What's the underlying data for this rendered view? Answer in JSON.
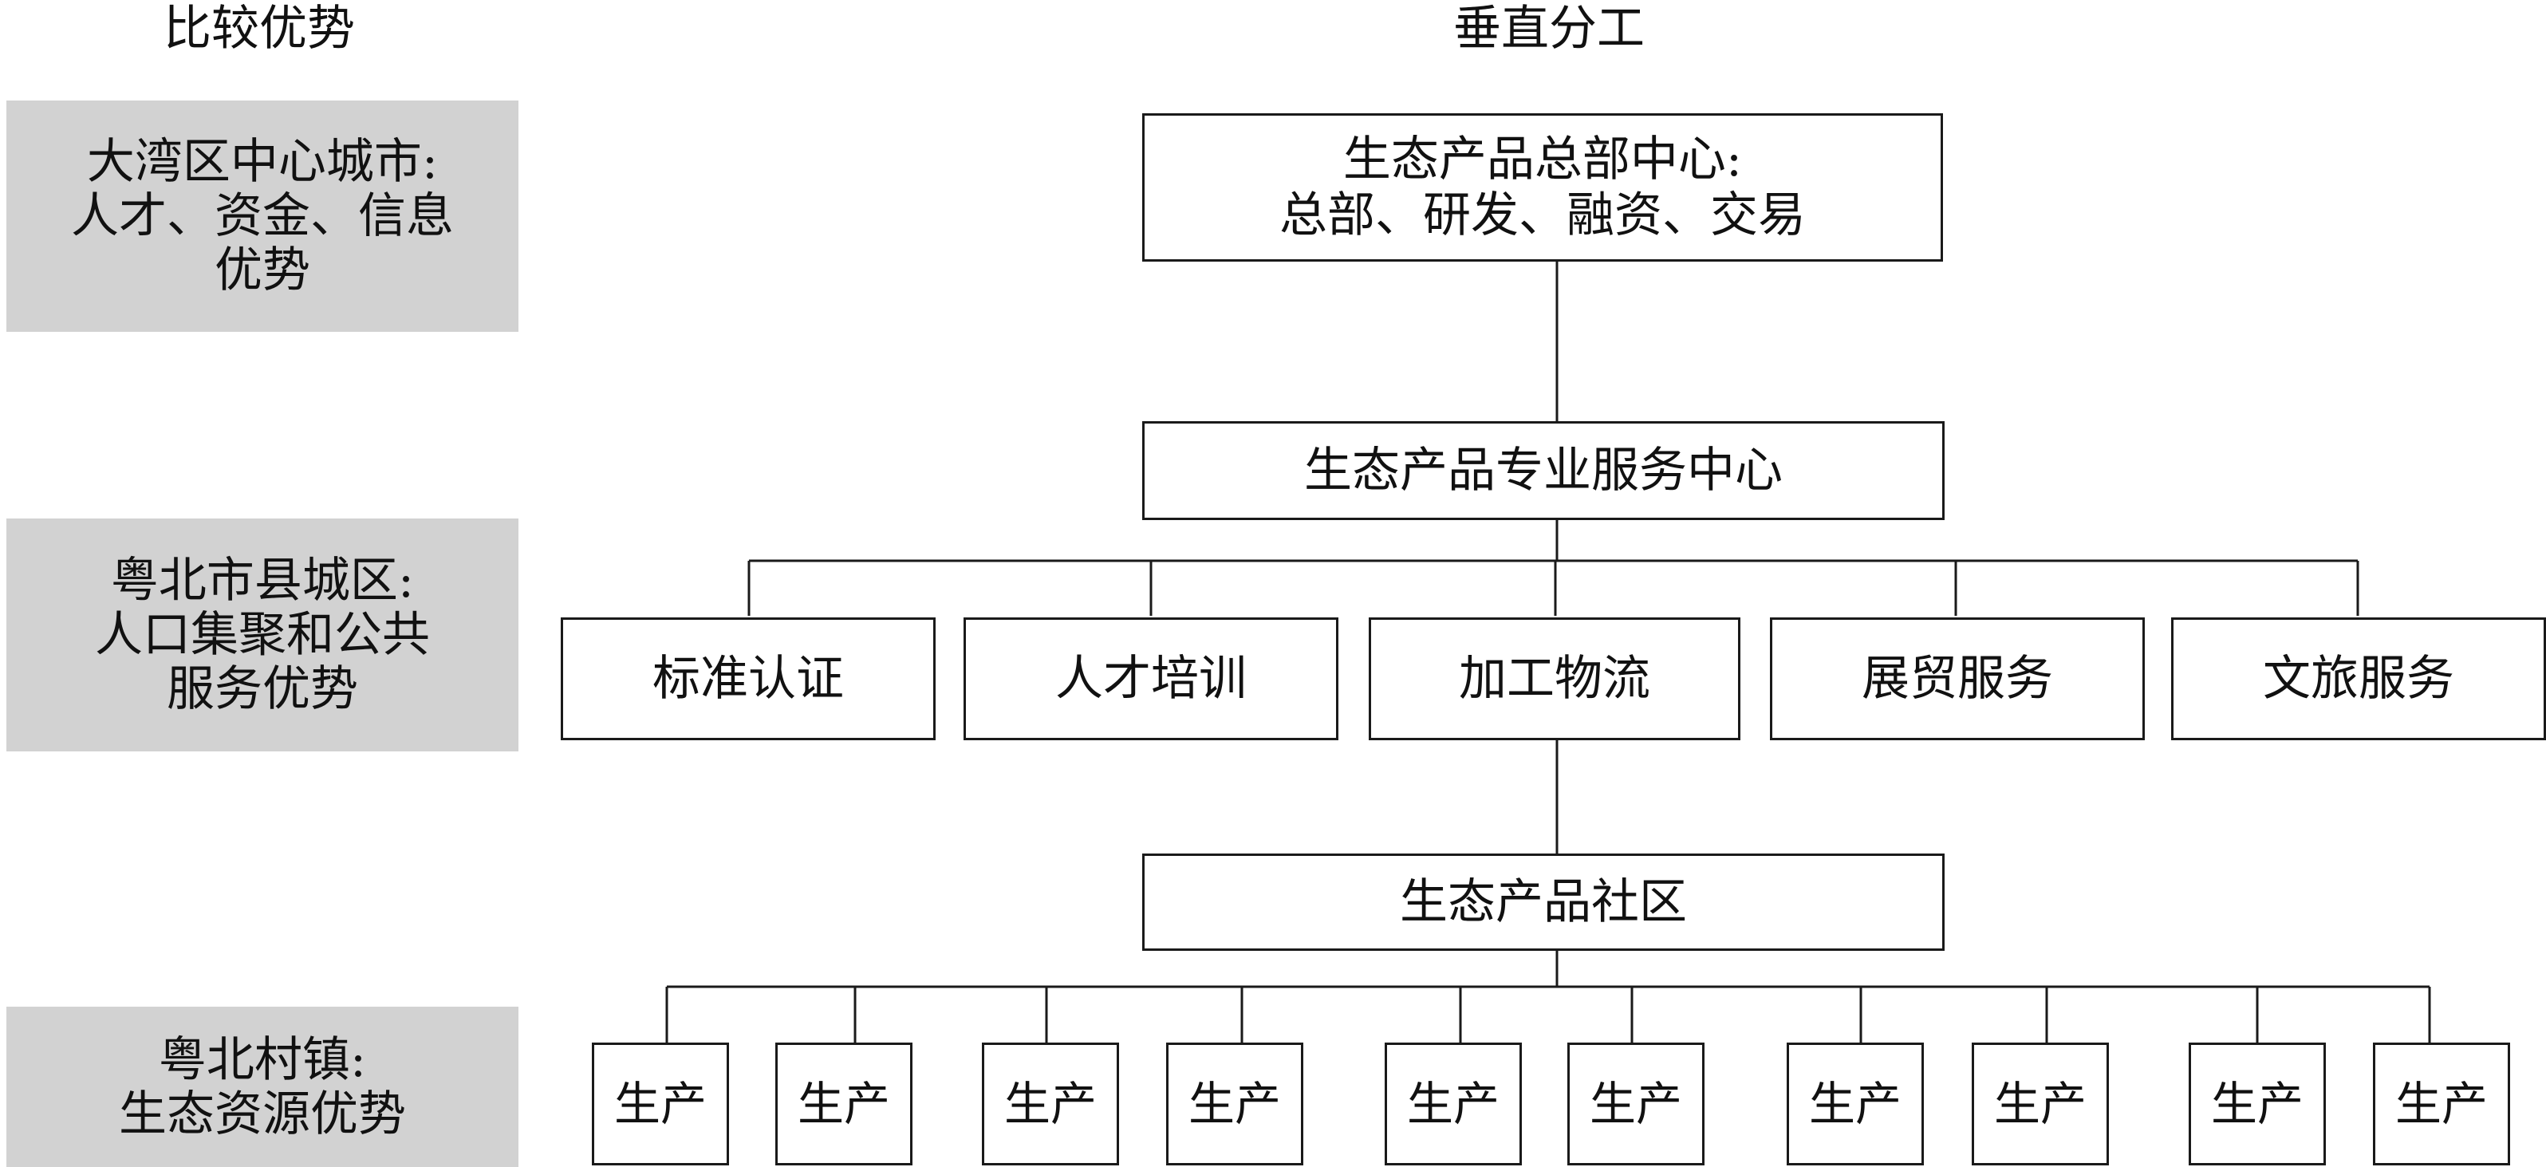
{
  "headings": {
    "left": "比较优势",
    "right": "垂直分工"
  },
  "advantages": [
    {
      "lines": [
        "大湾区中心城市:",
        "人才、资金、信息",
        "优势"
      ]
    },
    {
      "lines": [
        "粤北市县城区:",
        "人口集聚和公共",
        "服务优势"
      ]
    },
    {
      "lines": [
        "粤北村镇:",
        "生态资源优势"
      ]
    }
  ],
  "hq": {
    "lines": [
      "生态产品总部中心:",
      "总部、研发、融资、交易"
    ]
  },
  "service_center": {
    "label": "生态产品专业服务中心"
  },
  "services": [
    {
      "label": "标准认证"
    },
    {
      "label": "人才培训"
    },
    {
      "label": "加工物流"
    },
    {
      "label": "展贸服务"
    },
    {
      "label": "文旅服务"
    }
  ],
  "community": {
    "label": "生态产品社区"
  },
  "production": [
    {
      "label": "生产"
    },
    {
      "label": "生产"
    },
    {
      "label": "生产"
    },
    {
      "label": "生产"
    },
    {
      "label": "生产"
    },
    {
      "label": "生产"
    },
    {
      "label": "生产"
    },
    {
      "label": "生产"
    },
    {
      "label": "生产"
    },
    {
      "label": "生产"
    }
  ]
}
